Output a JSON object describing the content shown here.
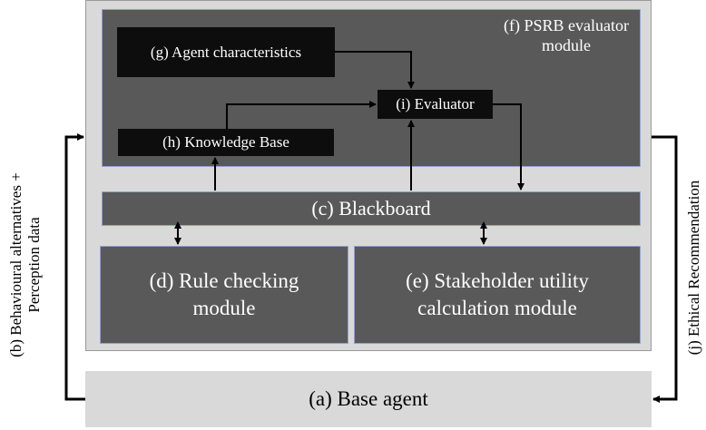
{
  "diagram": {
    "psrb_module": "(f) PSRB evaluator\nmodule",
    "agent_characteristics": "(g) Agent characteristics",
    "evaluator": "(i) Evaluator",
    "knowledge_base": "(h) Knowledge Base",
    "blackboard": "(c) Blackboard",
    "rule_checking": "(d) Rule checking\nmodule",
    "stakeholder_utility": "(e) Stakeholder utility\ncalculation module",
    "base_agent": "(a) Base agent",
    "left_label": "(b) Behavioural alternatives +\nPerception data",
    "right_label": "(j) Ethical Recommendation"
  },
  "colors": {
    "outer_panel": "#d9d9d9",
    "dark_module": "#595959",
    "black_box": "#0d0d0d",
    "module_border": "#8fa3c8"
  }
}
